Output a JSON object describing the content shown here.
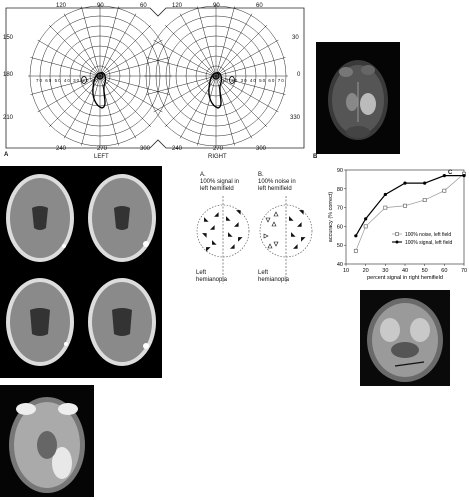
{
  "panel_a": {
    "letter": "A",
    "left_label": "LEFT",
    "right_label": "RIGHT",
    "top_labels_left": [
      "120",
      "90",
      "60"
    ],
    "top_labels_right": [
      "120",
      "90",
      "60"
    ],
    "side_label_left_upper": "150",
    "side_label_left_mid": "180",
    "side_label_left_lower": "210",
    "side_label_right_upper": "30",
    "side_label_right_mid": "0",
    "side_label_right_lower": "330",
    "bottom_labels_left": [
      "240",
      "270",
      "300"
    ],
    "bottom_labels_right": [
      "240",
      "270",
      "300"
    ],
    "center_scale": [
      "70",
      "60",
      "50",
      "40",
      "30",
      "20",
      "10",
      "10",
      "20",
      "30",
      "40",
      "50",
      "60",
      "70"
    ]
  },
  "panel_b": {
    "letter": "B"
  },
  "hemifield": {
    "a": {
      "letter": "A.",
      "line1": "100% signal in",
      "line2": "left hemifield",
      "caption1": "Left",
      "caption2": "hemianopia"
    },
    "b": {
      "letter": "B.",
      "line1": "100% noise in",
      "line2": "left hemifield",
      "caption1": "Left",
      "caption2": "hemianopia"
    }
  },
  "chart_data": {
    "type": "line",
    "panel_letter": "C",
    "xlabel": "percent signal in right hemifield",
    "ylabel": "accuracy (% correct)",
    "xlim": [
      10,
      70
    ],
    "ylim": [
      40,
      90
    ],
    "xticks": [
      10,
      20,
      30,
      40,
      50,
      60,
      70
    ],
    "yticks": [
      40,
      50,
      60,
      70,
      80,
      90
    ],
    "series": [
      {
        "name": "100% noise, left field",
        "marker": "open-square",
        "x": [
          15,
          20,
          30,
          40,
          50,
          60,
          70
        ],
        "y": [
          47,
          60,
          70,
          71,
          74,
          79,
          88
        ]
      },
      {
        "name": "100% signal, left field",
        "marker": "filled-circle",
        "x": [
          15,
          20,
          30,
          40,
          50,
          60,
          70
        ],
        "y": [
          55,
          64,
          77,
          83,
          83,
          87,
          87
        ]
      }
    ],
    "legend_position": "bottom-right"
  }
}
